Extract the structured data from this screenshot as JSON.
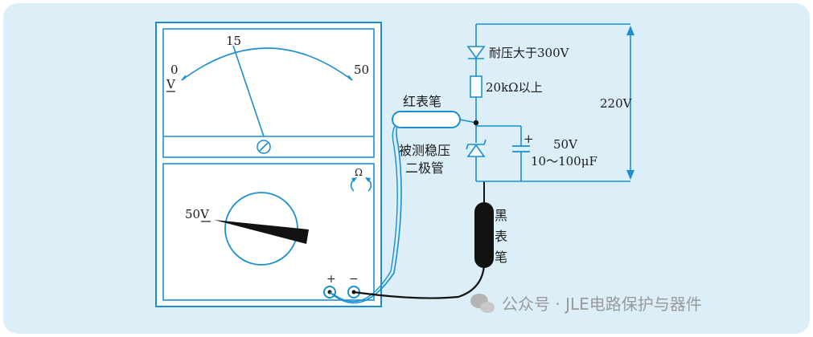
{
  "colors": {
    "panel_bg": "#dceef7",
    "wire_blue": "#1a8fd0",
    "meter_fill": "#ffffff",
    "ink": "#1a1a1a",
    "watermark": "#9a9a9a"
  },
  "meter": {
    "scale_left": "0",
    "scale_mid": "15",
    "scale_right": "50",
    "unit_v": "V",
    "range_label": "50V",
    "ohm_symbol": "Ω",
    "plus": "+",
    "minus": "−"
  },
  "probes": {
    "red_label": "红表笔",
    "black_label_chars": [
      "黑",
      "表",
      "笔"
    ]
  },
  "circuit": {
    "diode_label": "耐压大于300V",
    "resistor_label": "20kΩ以上",
    "voltage_label": "220V",
    "zener_label_line1": "被测稳压",
    "zener_label_line2": "二极管",
    "cap_plus": "+",
    "cap_voltage": "50V",
    "cap_value": "10～100μF"
  },
  "watermark": {
    "text": "公众号 · JLE电路保护与器件"
  }
}
